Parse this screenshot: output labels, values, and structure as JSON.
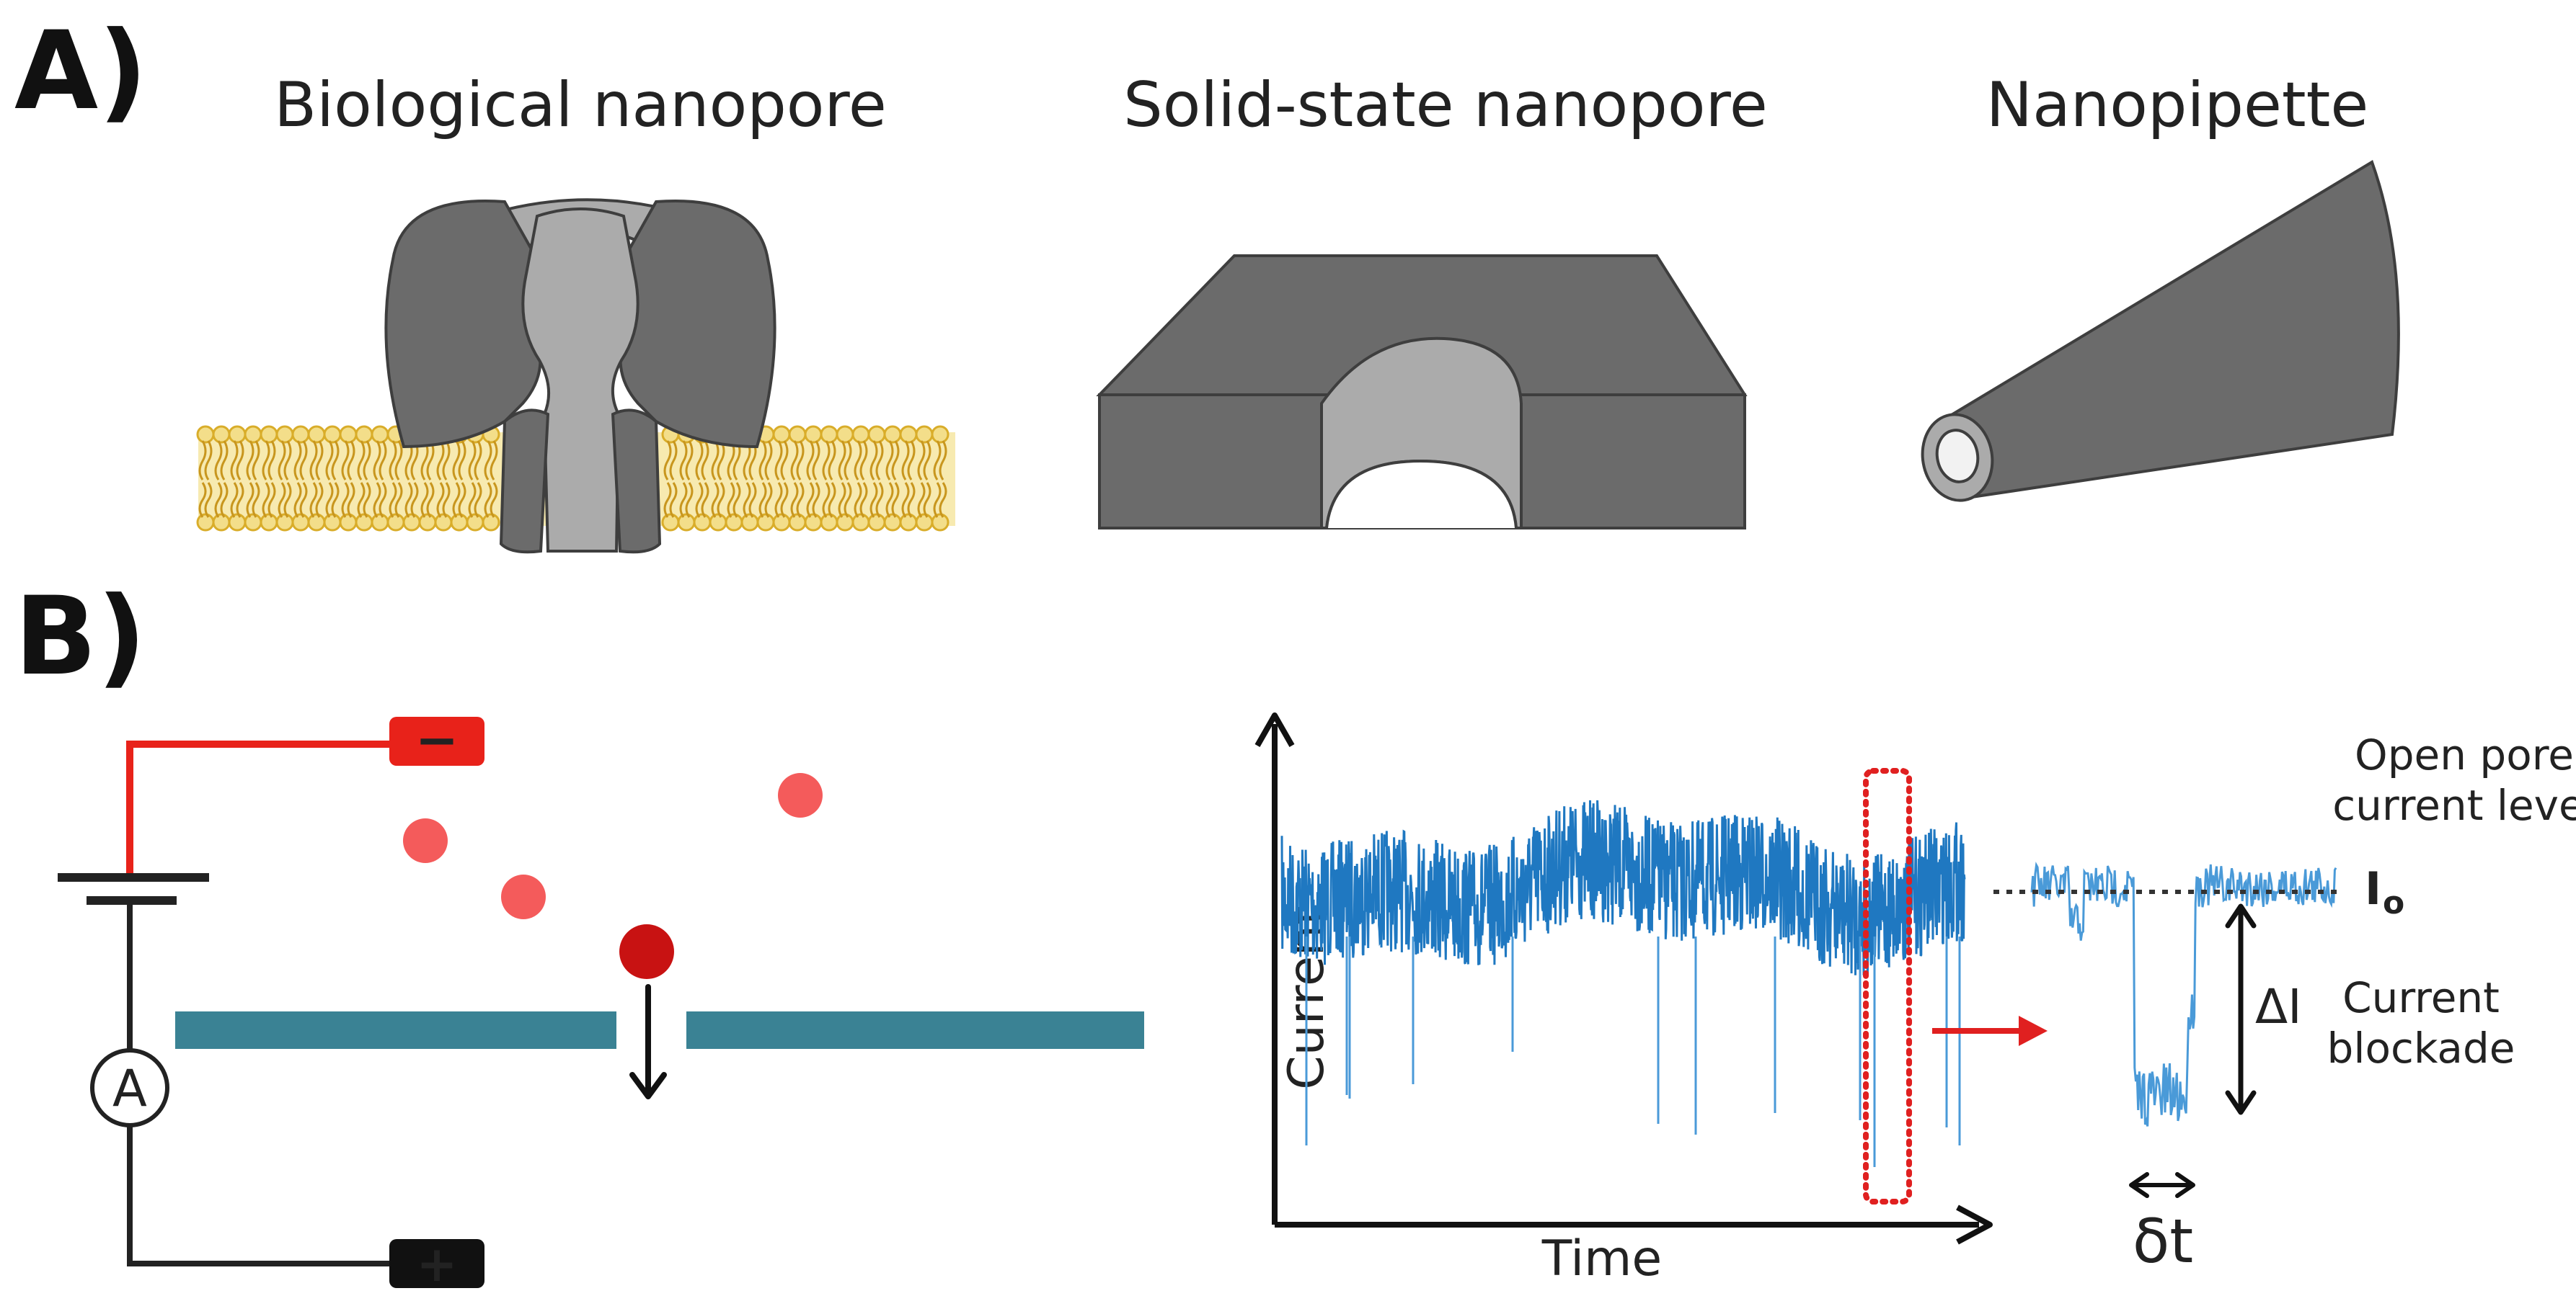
{
  "panel_a": {
    "letter": "A)",
    "items": [
      {
        "title": "Biological nanopore"
      },
      {
        "title": "Solid-state nanopore"
      },
      {
        "title": "Nanopipette"
      }
    ]
  },
  "panel_b": {
    "letter": "B)",
    "circuit": {
      "negative_symbol": "−",
      "positive_symbol": "+",
      "ammeter_symbol": "A"
    },
    "plot": {
      "xlabel": "Time",
      "ylabel": "Current"
    },
    "annotations": {
      "open_pore_line1": "Open pore",
      "open_pore_line2": "current level",
      "i0": "I",
      "i0_sub": "o",
      "delta_i": "ΔI",
      "blockade_line1": "Current",
      "blockade_line2": "blockade",
      "delta_t": "δt"
    }
  },
  "colors": {
    "protein_dark": "#6b6b6b",
    "protein_light": "#ababab",
    "membrane": "#d9ad2a",
    "membrane_head": "#f3de8a",
    "teal_membrane": "#3a8294",
    "red_wire": "#e8221a",
    "particle_light": "#f45b5b",
    "particle_dark": "#c81212",
    "signal": "#1f78c1",
    "red_box": "#e02020"
  }
}
